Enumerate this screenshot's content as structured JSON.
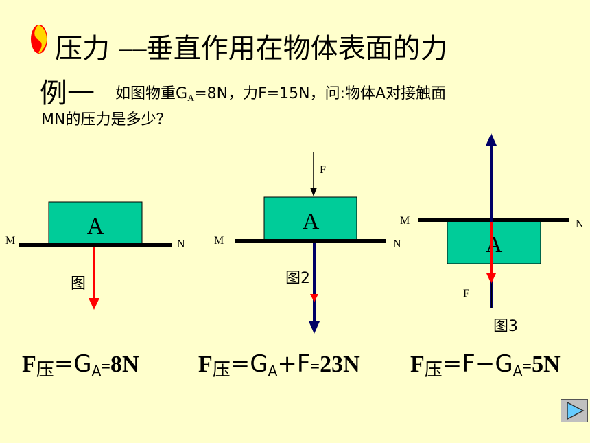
{
  "title": {
    "main": "压力",
    "dash": "——",
    "definition": "垂直作用在物体表面的力"
  },
  "example": {
    "label": "例一",
    "q_part1": "如图物重G",
    "q_sub": "A",
    "q_part2": "=8N，力F=15N，问:物体A对接触面",
    "q_line2": "MN的压力是多少？"
  },
  "figures": [
    {
      "block": "A",
      "m": "M",
      "n": "N",
      "caption": "图",
      "force": ""
    },
    {
      "block": "A",
      "m": "M",
      "n": "N",
      "caption": "图2",
      "force": "F"
    },
    {
      "block": "A",
      "m": "M",
      "n": "N",
      "caption": "图3",
      "force": "F"
    }
  ],
  "formulas": [
    {
      "F": "F",
      "sub": "压",
      "eq": "=",
      "G": "G",
      "Gsub": "A",
      "eq2": "=",
      "result": "8N",
      "extra": ""
    },
    {
      "F": "F",
      "sub": "压",
      "eq": "=",
      "G": "G",
      "Gsub": "A",
      "plus": "+F",
      "eq2": "=",
      "result": "23N"
    },
    {
      "F": "F",
      "sub": "压",
      "eq": "=F−",
      "G": "G",
      "Gsub": "A",
      "eq2": "=",
      "result": "5N"
    }
  ],
  "colors": {
    "background": "#FFFFCC",
    "block": "#00CC99",
    "surface": "#000000",
    "red_arrow": "#FF0000",
    "navy_arrow": "#000066"
  },
  "icons": {
    "bullet": "red-yellow-oval-bullet-icon",
    "nav": "next-triangle-icon"
  }
}
